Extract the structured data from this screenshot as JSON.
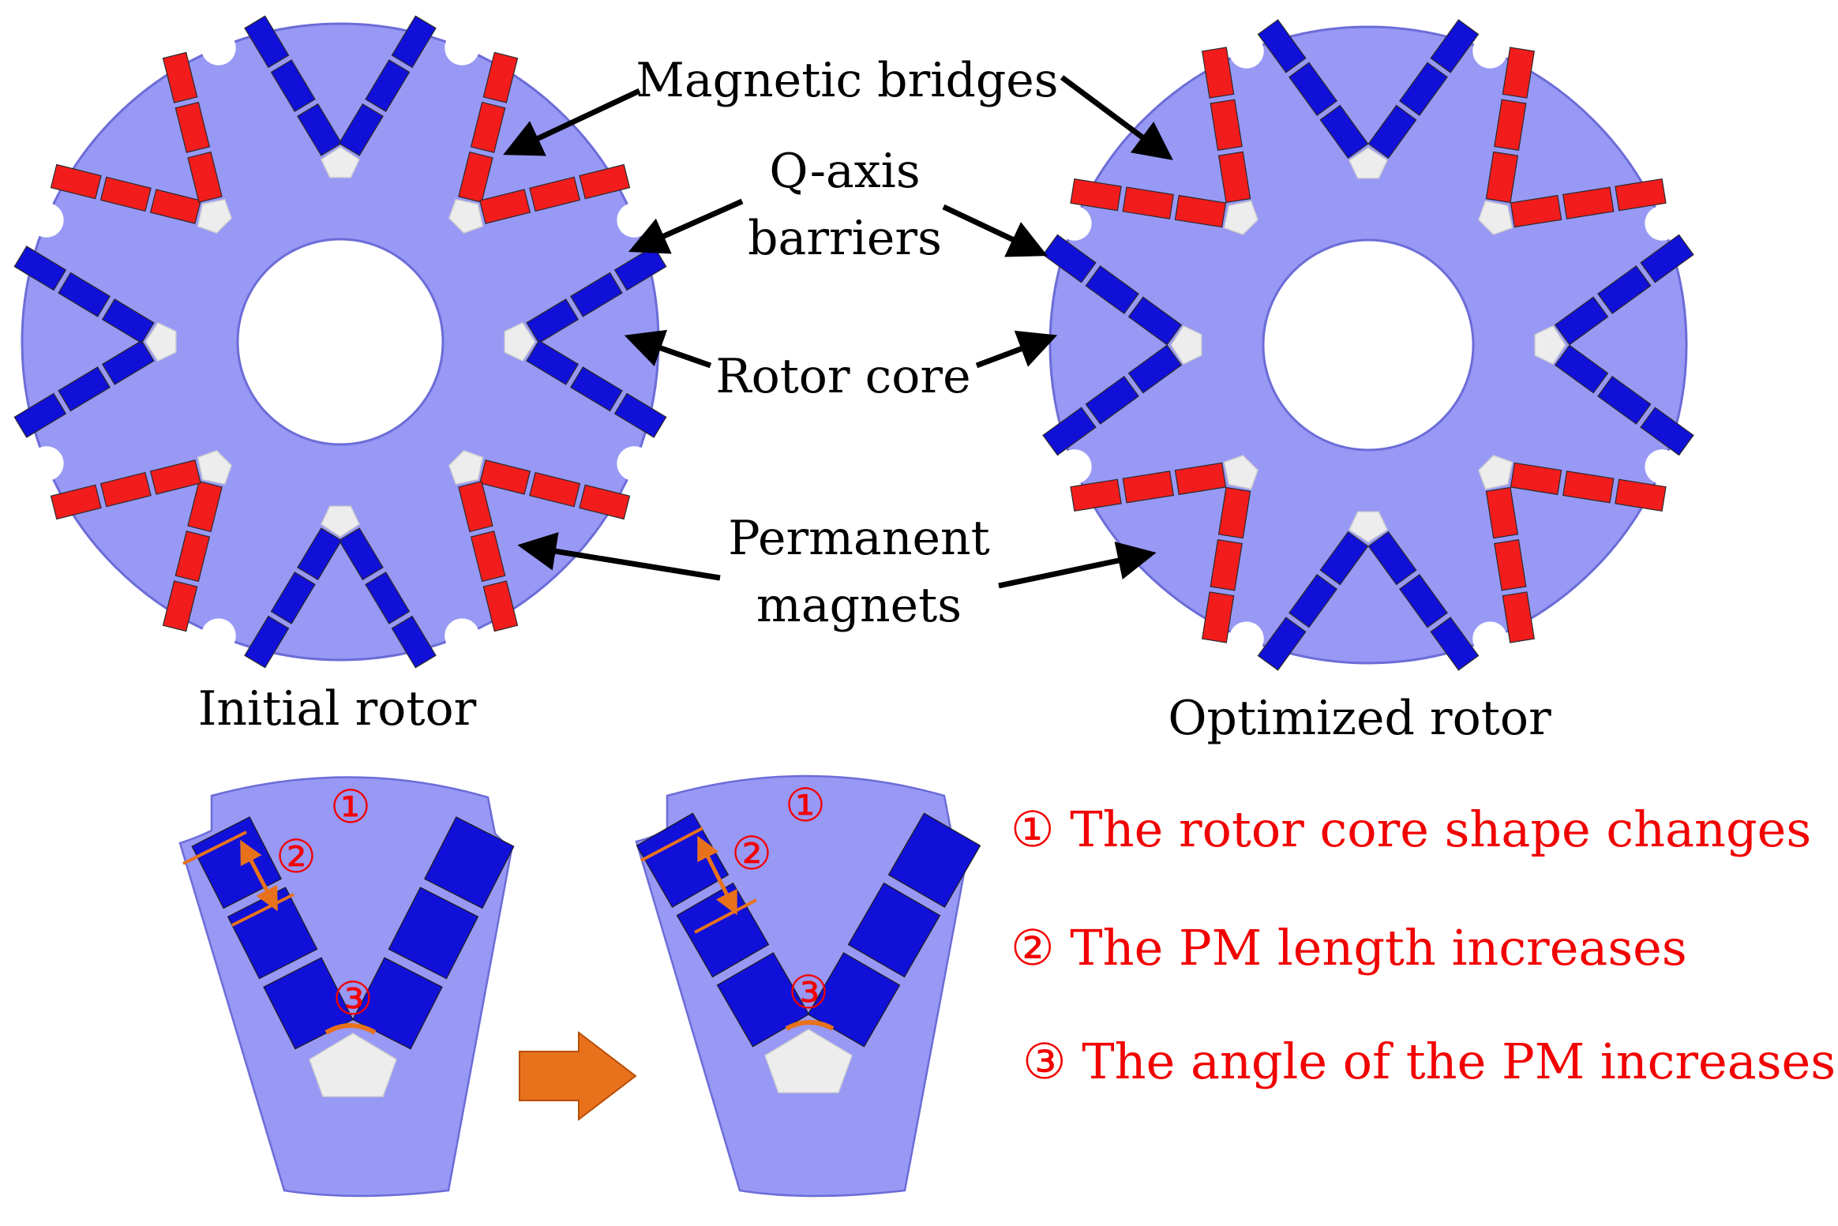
{
  "colors": {
    "core": "#9898F5",
    "core_stroke": "#6C6CD8",
    "north_magnet": "#F21C1C",
    "south_magnet": "#1010D8",
    "barrier": "#EDEDED",
    "annotation_red": "#F20000",
    "dimension_orange": "#E8721C",
    "text": "#000000"
  },
  "labels": {
    "magnetic_bridges": "Magnetic bridges",
    "q_axis_line1": "Q-axis",
    "q_axis_line2": "barriers",
    "rotor_core": "Rotor core",
    "pm_line1": "Permanent",
    "pm_line2": "magnets"
  },
  "captions": {
    "initial": "Initial rotor",
    "optimized": "Optimized rotor"
  },
  "markers": {
    "m1": "①",
    "m2": "②",
    "m3": "③"
  },
  "notes": [
    "① The rotor core shape changes",
    "② The PM length increases",
    "③ The angle of the PM increases"
  ],
  "icons": {
    "transition": "orange-right-arrow-icon",
    "pointer": "black-arrow-icon"
  }
}
